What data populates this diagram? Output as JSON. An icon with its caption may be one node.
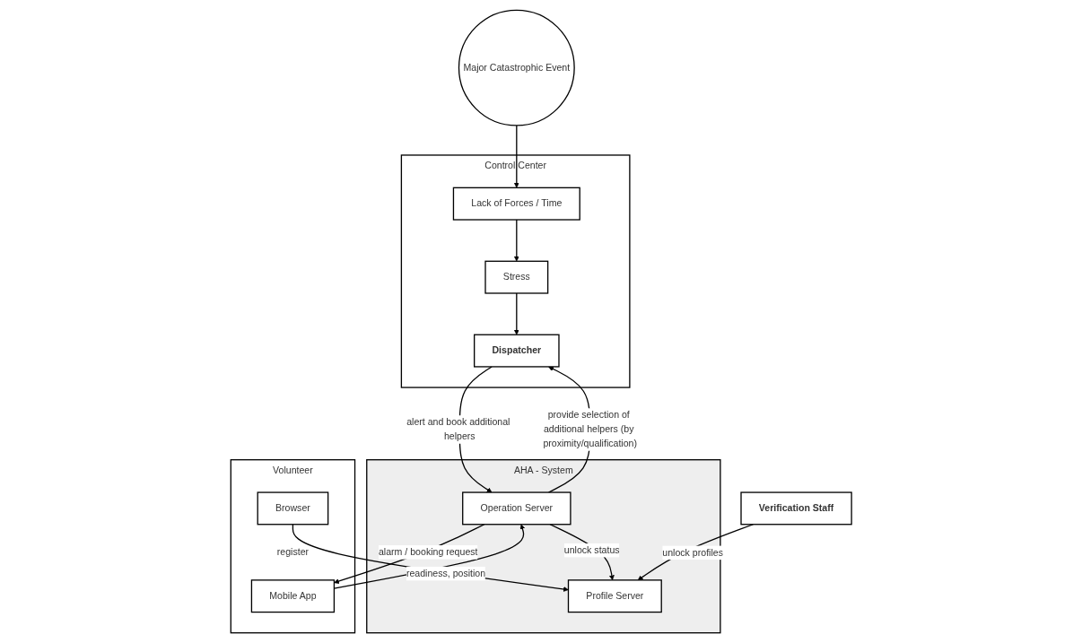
{
  "diagram": {
    "nodes": [
      {
        "text": [
          "Major Catastrophic Event"
        ]
      },
      {
        "text": [
          "Control Center"
        ]
      },
      {
        "text": [
          "Lack of Forces / Time"
        ],
        "in": 1
      },
      {
        "text": [
          "Stress"
        ],
        "in": 1
      },
      {
        "text": [
          "Dispatcher"
        ],
        "in": 1
      },
      {
        "text": [
          "AHA - System"
        ]
      },
      {
        "text": [
          "Operation Server"
        ],
        "in": 5
      },
      {
        "text": [
          "Profile Server"
        ],
        "in": 5
      },
      {
        "text": [
          "Volunteer"
        ]
      },
      {
        "text": [
          "Mobile App"
        ],
        "in": 8
      },
      {
        "text": [
          "Browser"
        ],
        "in": 8
      },
      {
        "text": [
          "Verification Staff"
        ]
      }
    ],
    "edges": [
      {
        "from": 0,
        "to": 2,
        "arrow": "to"
      },
      {
        "from": 2,
        "to": 3,
        "arrow": "to"
      },
      {
        "from": 3,
        "to": 4,
        "arrow": "to"
      },
      {
        "from": 4,
        "to": 6,
        "arrow": "to",
        "label": "alert and book additional helpers"
      },
      {
        "from": 6,
        "to": 4,
        "arrow": "to",
        "label": "provide selection of additional helpers (by proximity/qualification)"
      },
      {
        "from": 6,
        "to": 9,
        "arrow": "to",
        "label": "alarm / booking request"
      },
      {
        "from": 9,
        "to": 6,
        "arrow": "to",
        "label": "readiness, position"
      },
      {
        "from": 6,
        "to": 7,
        "arrow": "to",
        "label": "unlock status"
      },
      {
        "from": 10,
        "to": 7,
        "arrow": "to",
        "label": "register"
      },
      {
        "from": 11,
        "to": 7,
        "arrow": "to",
        "label": "unlock profiles"
      }
    ]
  }
}
